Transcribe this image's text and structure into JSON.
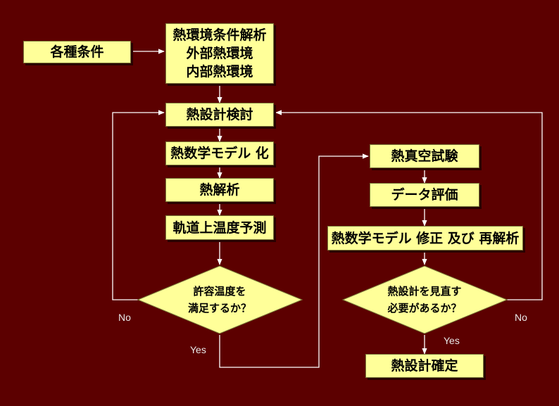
{
  "nodes": {
    "conditions": "各種条件",
    "thermal_env": [
      "熱環境条件解析",
      "外部熱環境",
      "内部熱環境"
    ],
    "thermal_design": "熱設計検討",
    "math_model": "熱数学モデル 化",
    "thermal_analysis": "熱解析",
    "orbit_temp": "軌道上温度予測",
    "decision_temp": [
      "許容温度を",
      "満足するか？"
    ],
    "vacuum_test": "熱真空試験",
    "data_eval": "データ評価",
    "model_fix": "熱数学モデル 修正 及び 再解析",
    "decision_review": [
      "熱設計を見直す",
      "必要があるか？"
    ],
    "final": "熱設計確定"
  },
  "labels": {
    "no_left": "No",
    "yes_left": "Yes",
    "yes_right": "Yes",
    "no_right": "No"
  },
  "colors": {
    "background": "#5c0000",
    "box_fill": "#ffff99",
    "line": "#ffffff",
    "label_text": "#e8e8e8"
  }
}
